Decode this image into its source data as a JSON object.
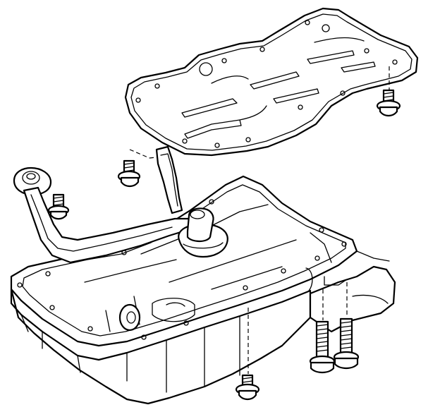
{
  "diagram": {
    "kind": "exploded-view",
    "components": [
      {
        "name": "baffle-plate"
      },
      {
        "name": "oil-pump-pickup-tube"
      },
      {
        "name": "pickup-tube-gasket"
      },
      {
        "name": "oil-pan"
      },
      {
        "name": "bolt"
      },
      {
        "name": "bolt"
      },
      {
        "name": "bolt"
      },
      {
        "name": "long-bolt"
      },
      {
        "name": "long-bolt"
      },
      {
        "name": "bolt"
      }
    ],
    "colors": {
      "line": "#000000",
      "background": "#ffffff"
    }
  }
}
